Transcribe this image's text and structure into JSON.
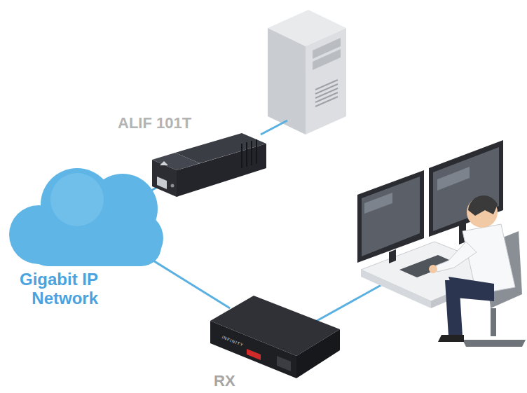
{
  "diagram": {
    "nodes": [
      {
        "text": [
          "ALIF 101T"
        ]
      },
      {
        "text": [
          "Gigabit IP Network"
        ]
      },
      {
        "text": [
          "RX"
        ]
      }
    ],
    "edges": [
      {
        "from": 0,
        "to": 1,
        "arrow": "none"
      },
      {
        "from": 1,
        "to": 2,
        "arrow": "none"
      }
    ],
    "labels": [
      "INFINITY"
    ]
  }
}
